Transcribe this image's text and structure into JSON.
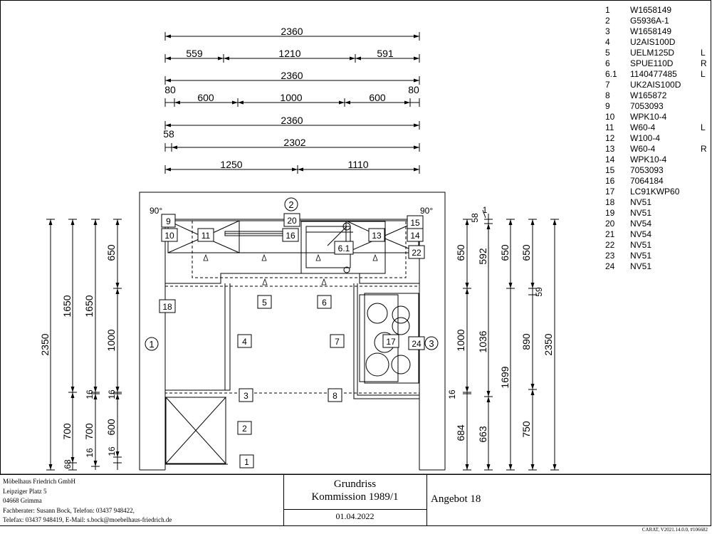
{
  "legend": [
    {
      "num": "1",
      "code": "W1658149",
      "side": ""
    },
    {
      "num": "2",
      "code": "G5936A-1",
      "side": ""
    },
    {
      "num": "3",
      "code": "W1658149",
      "side": ""
    },
    {
      "num": "4",
      "code": "U2AIS100D",
      "side": ""
    },
    {
      "num": "5",
      "code": "UELM125D",
      "side": "L"
    },
    {
      "num": "6",
      "code": "SPUE110D",
      "side": "R"
    },
    {
      "num": "6.1",
      "code": "1140477485",
      "side": "L"
    },
    {
      "num": "7",
      "code": "UK2AIS100D",
      "side": ""
    },
    {
      "num": "8",
      "code": "W165872",
      "side": ""
    },
    {
      "num": "9",
      "code": "7053093",
      "side": ""
    },
    {
      "num": "10",
      "code": "WPK10-4",
      "side": ""
    },
    {
      "num": "11",
      "code": "W60-4",
      "side": "L"
    },
    {
      "num": "12",
      "code": "W100-4",
      "side": ""
    },
    {
      "num": "13",
      "code": "W60-4",
      "side": "R"
    },
    {
      "num": "14",
      "code": "WPK10-4",
      "side": ""
    },
    {
      "num": "15",
      "code": "7053093",
      "side": ""
    },
    {
      "num": "16",
      "code": "7064184",
      "side": ""
    },
    {
      "num": "17",
      "code": "LC91KWP60",
      "side": ""
    },
    {
      "num": "18",
      "code": "NV51",
      "side": ""
    },
    {
      "num": "19",
      "code": "NV51",
      "side": ""
    },
    {
      "num": "20",
      "code": "NV54",
      "side": ""
    },
    {
      "num": "21",
      "code": "NV54",
      "side": ""
    },
    {
      "num": "22",
      "code": "NV51",
      "side": ""
    },
    {
      "num": "23",
      "code": "NV51",
      "side": ""
    },
    {
      "num": "24",
      "code": "NV51",
      "side": ""
    }
  ],
  "top_dims": {
    "r1": [
      "2360"
    ],
    "r2": [
      "559",
      "1210",
      "591"
    ],
    "r3": [
      "2360"
    ],
    "r4_edge": [
      "80",
      "80"
    ],
    "r4": [
      "600",
      "1000",
      "600"
    ],
    "r5": [
      "2360"
    ],
    "r6_edge": [
      "58"
    ],
    "r6": [
      "2302"
    ],
    "r7": [
      "1250",
      "1110"
    ]
  },
  "left_dims": {
    "c1": [
      "2350"
    ],
    "c2": [
      "1650",
      "700",
      "68"
    ],
    "c3": [
      "1650",
      "16",
      "700",
      "16"
    ],
    "c4": [
      "650",
      "1000",
      "16",
      "600",
      "16"
    ]
  },
  "right_dims": {
    "c1": [
      "650",
      "1000",
      "16",
      "684"
    ],
    "c2": [
      "58",
      "1",
      "592",
      "1036",
      "1699",
      "663"
    ],
    "c3": [
      "650",
      "59",
      "890",
      "750"
    ],
    "c4": [
      "650",
      "2350"
    ]
  },
  "angles": [
    "90°",
    "90°"
  ],
  "walls": [
    "1",
    "2",
    "3"
  ],
  "cabinets": [
    "1",
    "2",
    "3",
    "4",
    "5",
    "6",
    "6.1",
    "7",
    "8",
    "9",
    "10",
    "11",
    "13",
    "14",
    "15",
    "16",
    "17",
    "18",
    "20",
    "22",
    "24"
  ],
  "company": {
    "name": "Möbelhaus Friedrich GmbH",
    "street": "Leipziger Platz 5",
    "city": "04668 Grimma",
    "advisor": "Fachberater: Susann Bock, Telefon: 03437 948422,",
    "contact": "Telefax: 03437 948419, E-Mail: s.bock@moebelhaus-friedrich.de"
  },
  "title": {
    "line1": "Grundriss",
    "line2": "Kommission 1989/1",
    "date": "01.04.2022"
  },
  "offer": "Angebot 18",
  "footer": "CARAT,  V2021.14.0.0,  #106682"
}
